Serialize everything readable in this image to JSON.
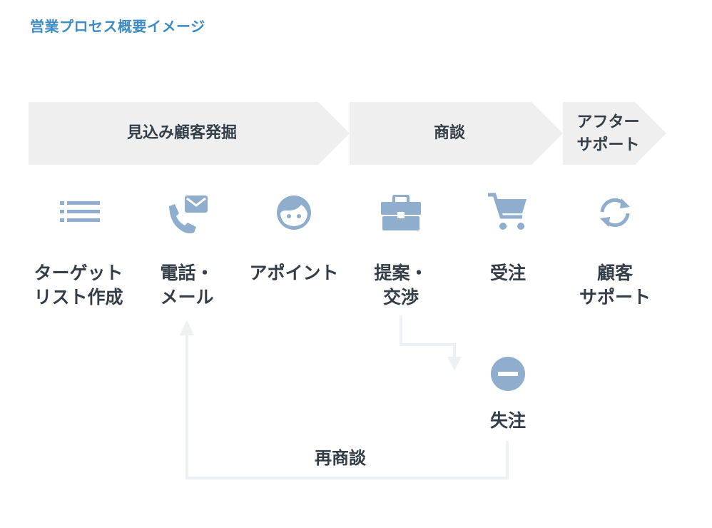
{
  "title": "営業プロセス概要イメージ",
  "colors": {
    "title": "#3d8bc4",
    "phase_bg": "#efefef",
    "icon": "#8fadcc",
    "text": "#333e48",
    "flow_line": "#eef1f4"
  },
  "phases": [
    {
      "label": "見込み顧客発掘"
    },
    {
      "label": "商談"
    },
    {
      "label": "アフター\nサポート"
    }
  ],
  "steps": [
    {
      "label": "ターゲット\nリスト作成",
      "icon": "list-icon"
    },
    {
      "label": "電話・\nメール",
      "icon": "phone-mail-icon"
    },
    {
      "label": "アポイント",
      "icon": "face-icon"
    },
    {
      "label": "提案・\n交渉",
      "icon": "briefcase-icon"
    },
    {
      "label": "受注",
      "icon": "cart-icon"
    },
    {
      "label": "顧客\nサポート",
      "icon": "refresh-icon"
    }
  ],
  "lost": {
    "label": "失注",
    "icon": "minus-circle-icon"
  },
  "re_negotiation": {
    "label": "再商談"
  }
}
